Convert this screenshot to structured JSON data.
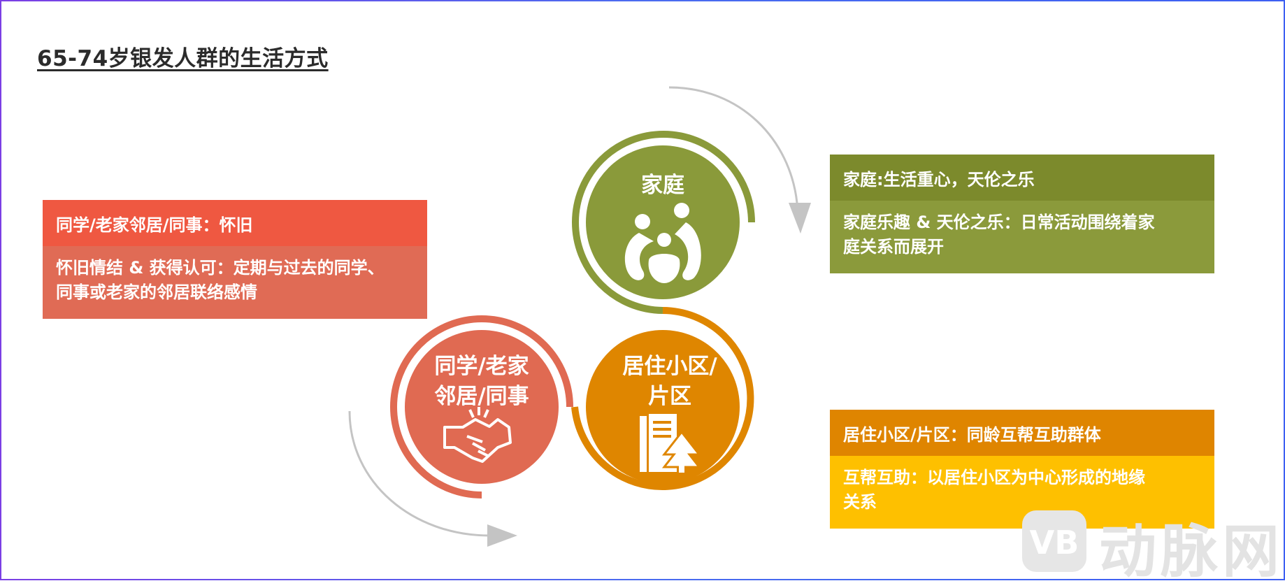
{
  "title": "65-74岁银发人群的生活方式",
  "circles": {
    "family": {
      "label": "家庭",
      "icon": "family-icon",
      "color": "#8a9a3a"
    },
    "classmates": {
      "line1": "同学/老家",
      "line2": "邻居/同事",
      "icon": "handshake-icon",
      "color": "#e06a52"
    },
    "community": {
      "line1": "居住小区/",
      "line2": "片区",
      "icon": "building-tree-icon",
      "color": "#df8600"
    }
  },
  "boxes": {
    "classmates": {
      "heading": "同学/老家邻居/同事：怀旧",
      "line1": "怀旧情结 & 获得认可：定期与过去的同学、",
      "line2": "同事或老家的邻居联络感情"
    },
    "family": {
      "heading": "家庭:生活重心，天伦之乐",
      "line1": "家庭乐趣 & 天伦之乐：日常活动围绕着家",
      "line2": "庭关系而展开"
    },
    "community": {
      "heading": "居住小区/片区：同龄互帮互助群体",
      "line1": "互帮互助：以居住小区为中心形成的地缘",
      "line2": "关系"
    }
  },
  "watermark": {
    "text": "动脉网",
    "logo": "VB"
  },
  "colors": {
    "red": "#ef5841",
    "green": "#8a9a3a",
    "orange": "#df8600",
    "yellow": "#fec000",
    "arrow": "#c4c4c4"
  }
}
